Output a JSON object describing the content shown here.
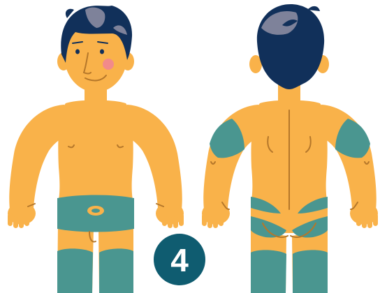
{
  "colors": {
    "skin": "#F9B24A",
    "skin_line": "#B5772A",
    "hair": "#11305A",
    "hair_highlight": "#7E829A",
    "site_area": "#4A9690",
    "cheek": "#F28A8A",
    "badge_fill": "#0F5C70",
    "badge_text": "#FFFFFF",
    "background": "#FFFFFF"
  },
  "figures": [
    {
      "view": "front",
      "icon": "front-body-figure-icon"
    },
    {
      "view": "back",
      "icon": "back-body-figure-icon"
    }
  ],
  "badge": {
    "number": "4"
  }
}
